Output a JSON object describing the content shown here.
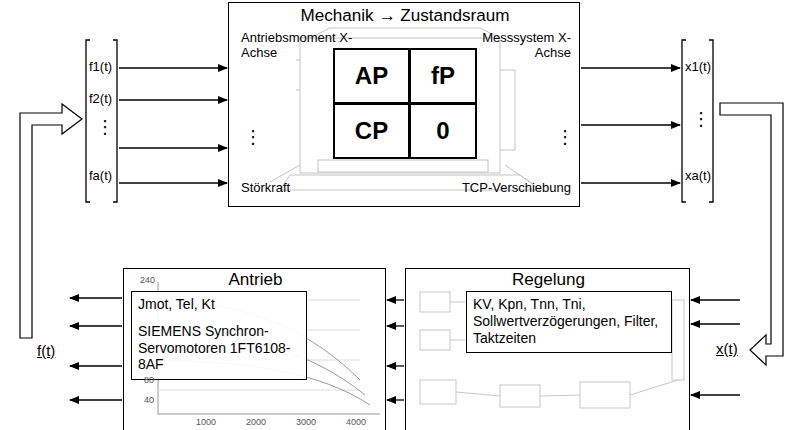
{
  "diagram": {
    "nodes": [
      {
        "text": [
          "Mechanik → Zustandsraum",
          "Antriebsmoment X-Achse",
          "Messsystem X-Achse",
          "Störkraft",
          "TCP-Verschiebung"
        ]
      },
      {
        "text": [
          "AP"
        ],
        "in": 0
      },
      {
        "text": [
          "fP"
        ],
        "in": 0
      },
      {
        "text": [
          "CP"
        ],
        "in": 0
      },
      {
        "text": [
          "0"
        ],
        "in": 0
      },
      {
        "text": [
          "Antrieb"
        ]
      },
      {
        "text": [
          "Jmot, Tel, Kt",
          "SIEMENS Synchron-Servomotoren 1FT6108-8AF"
        ],
        "in": 5
      },
      {
        "text": [
          "Regelung"
        ]
      },
      {
        "text": [
          "KV, Kpn, Tnn, Tni, Sollwertverzögerungen, Filter, Taktzeiten"
        ],
        "in": 7
      }
    ],
    "edges": [
      {
        "from": 7,
        "to": 5,
        "arrow": "to"
      },
      {
        "from": 5,
        "to": 0,
        "arrow": "to"
      },
      {
        "from": 0,
        "to": 7,
        "arrow": "to"
      }
    ],
    "labels": [
      "f1(t)",
      "f2(t)",
      "⋮",
      "fa(t)",
      "⋮",
      "⋮",
      "x1(t)",
      "⋮",
      "xa(t)",
      "f(t)",
      "x(t)",
      "240",
      "80",
      "40",
      "1000",
      "2000",
      "3000",
      "4000"
    ]
  }
}
